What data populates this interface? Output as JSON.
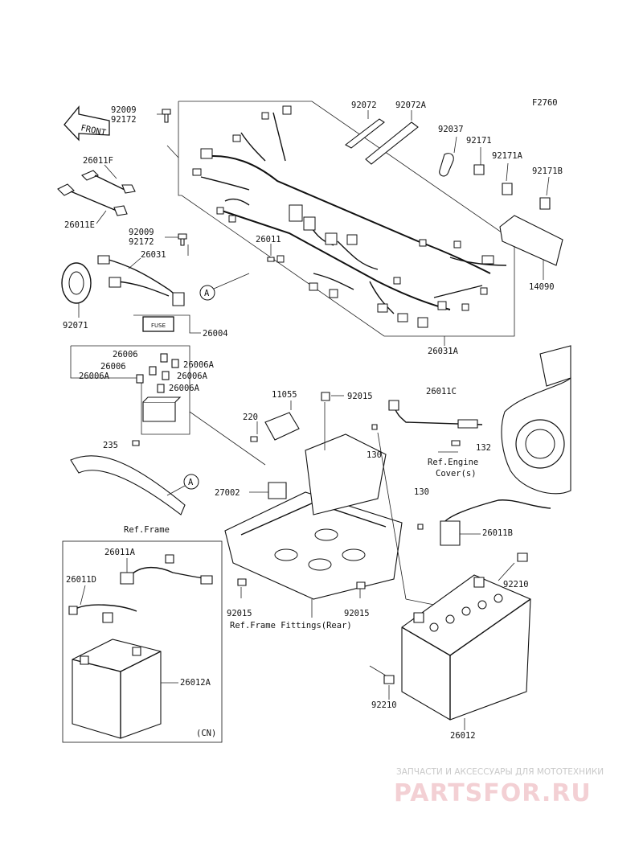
{
  "figure_id": "F2760",
  "front_arrow": "FRONT",
  "part_labels": {
    "p92009_92172_top": [
      "92009",
      "92172"
    ],
    "p26011F": "26011F",
    "p26011E": "26011E",
    "p92009_92172_mid": [
      "92009",
      "92172"
    ],
    "p26011": "26011",
    "p26031": "26031",
    "p92071": "92071",
    "p92072": "92072",
    "p92072A": "92072A",
    "p92037": "92037",
    "p92171": "92171",
    "p92171A": "92171A",
    "p92171B": "92171B",
    "p14090": "14090",
    "p26031A": "26031A",
    "p26004": "26004",
    "p26006_a": "26006",
    "p26006_b": "26006",
    "p26006A_a": "26006A",
    "p26006A_b": "26006A",
    "p26006A_c": "26006A",
    "p26006A_d": "26006A",
    "p235": "235",
    "p11055": "11055",
    "p92015_top": "92015",
    "p220": "220",
    "p130_a": "130",
    "p130_b": "130",
    "p26011C": "26011C",
    "p132": "132",
    "p27002": "27002",
    "p26011B": "26011B",
    "p92210_right": "92210",
    "p92210_bottom": "92210",
    "p26011A": "26011A",
    "p26011D": "26011D",
    "p26012A": "26012A",
    "p26012": "26012",
    "p92015_left": "92015",
    "p92015_right": "92015",
    "marker_a1": "A",
    "marker_a2": "A"
  },
  "ref_labels": {
    "ref_engine_cover": [
      "Ref.Engine",
      "Cover(s)"
    ],
    "ref_frame": "Ref.Frame",
    "ref_frame_fittings": "Ref.Frame Fittings(Rear)",
    "cn_tag": "(CN)"
  },
  "fuse_text": "FUSE",
  "watermark": {
    "line1": "ЗАПЧАСТИ И АКСЕССУАРЫ ДЛЯ МОТОТЕХНИКИ",
    "line2": "PARTSFOR.RU"
  },
  "colors": {
    "ink": "#111111",
    "background": "#ffffff",
    "watermark_text": "#c9c9c9",
    "watermark_logo": "#f3d0d4"
  }
}
